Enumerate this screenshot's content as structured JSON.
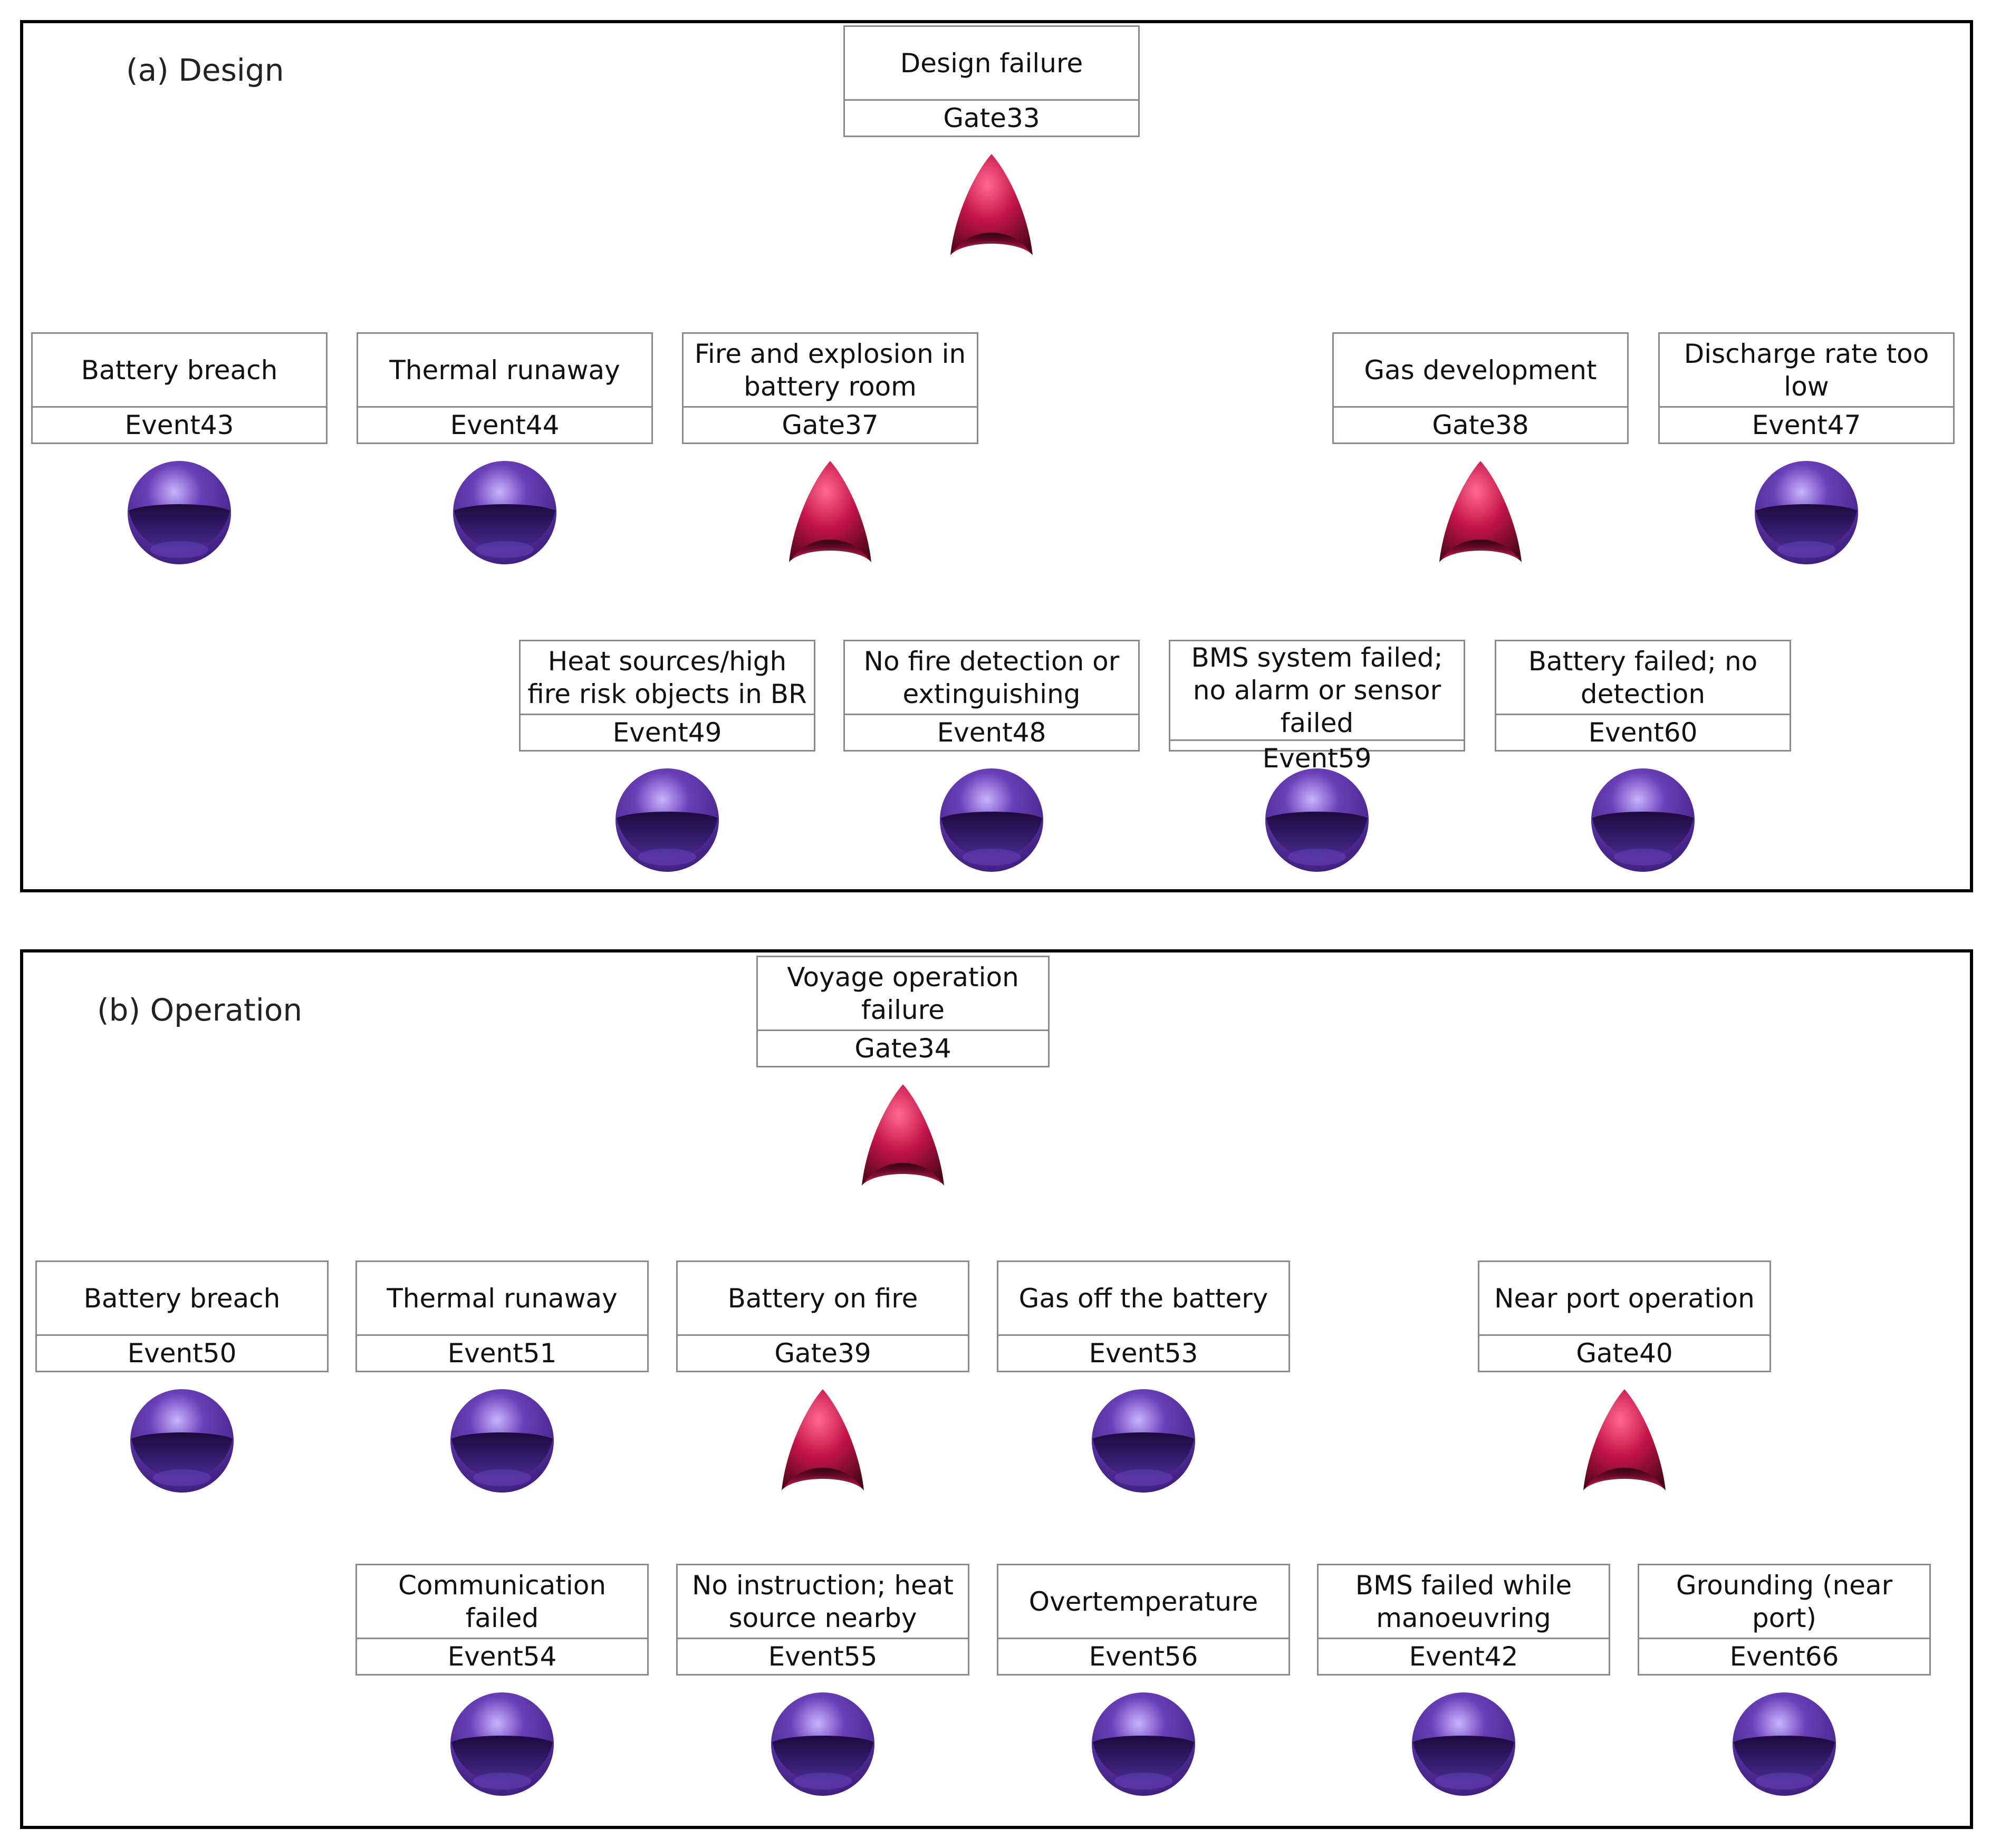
{
  "colors": {
    "gate": "#c4144a",
    "gate_dark": "#4a0618",
    "event": "#6a3fb8",
    "event_dark": "#1d0a3f",
    "wire": "#8a8a8a",
    "box_border": "#8a8a8a"
  },
  "icons": {
    "gate": "or-gate-icon",
    "event": "basic-event-icon"
  },
  "panels": [
    {
      "title": "(a) Design",
      "nodes": [
        {
          "label": "Design failure",
          "id": "Gate33"
        },
        {
          "label": "Battery breach",
          "id": "Event43"
        },
        {
          "label": "Thermal runaway",
          "id": "Event44"
        },
        {
          "label": "Fire and explosion in battery room",
          "id": "Gate37"
        },
        {
          "label": "Gas development",
          "id": "Gate38"
        },
        {
          "label": "Discharge rate too low",
          "id": "Event47"
        },
        {
          "label": "Heat sources/high fire risk objects in BR",
          "id": "Event49"
        },
        {
          "label": "No fire detection or extinguishing",
          "id": "Event48"
        },
        {
          "label": "BMS system failed; no alarm or sensor failed",
          "id": "Event59"
        },
        {
          "label": "Battery failed; no detection",
          "id": "Event60"
        }
      ]
    },
    {
      "title": "(b) Operation",
      "nodes": [
        {
          "label": "Voyage operation failure",
          "id": "Gate34"
        },
        {
          "label": "Battery breach",
          "id": "Event50"
        },
        {
          "label": "Thermal runaway",
          "id": "Event51"
        },
        {
          "label": "Battery on fire",
          "id": "Gate39"
        },
        {
          "label": "Gas off the battery",
          "id": "Event53"
        },
        {
          "label": "Near port operation",
          "id": "Gate40"
        },
        {
          "label": "Communication failed",
          "id": "Event54"
        },
        {
          "label": "No instruction; heat source nearby",
          "id": "Event55"
        },
        {
          "label": "Overtemperature",
          "id": "Event56"
        },
        {
          "label": "BMS failed while manoeuvring",
          "id": "Event42"
        },
        {
          "label": "Grounding (near port)",
          "id": "Event66"
        }
      ]
    }
  ]
}
